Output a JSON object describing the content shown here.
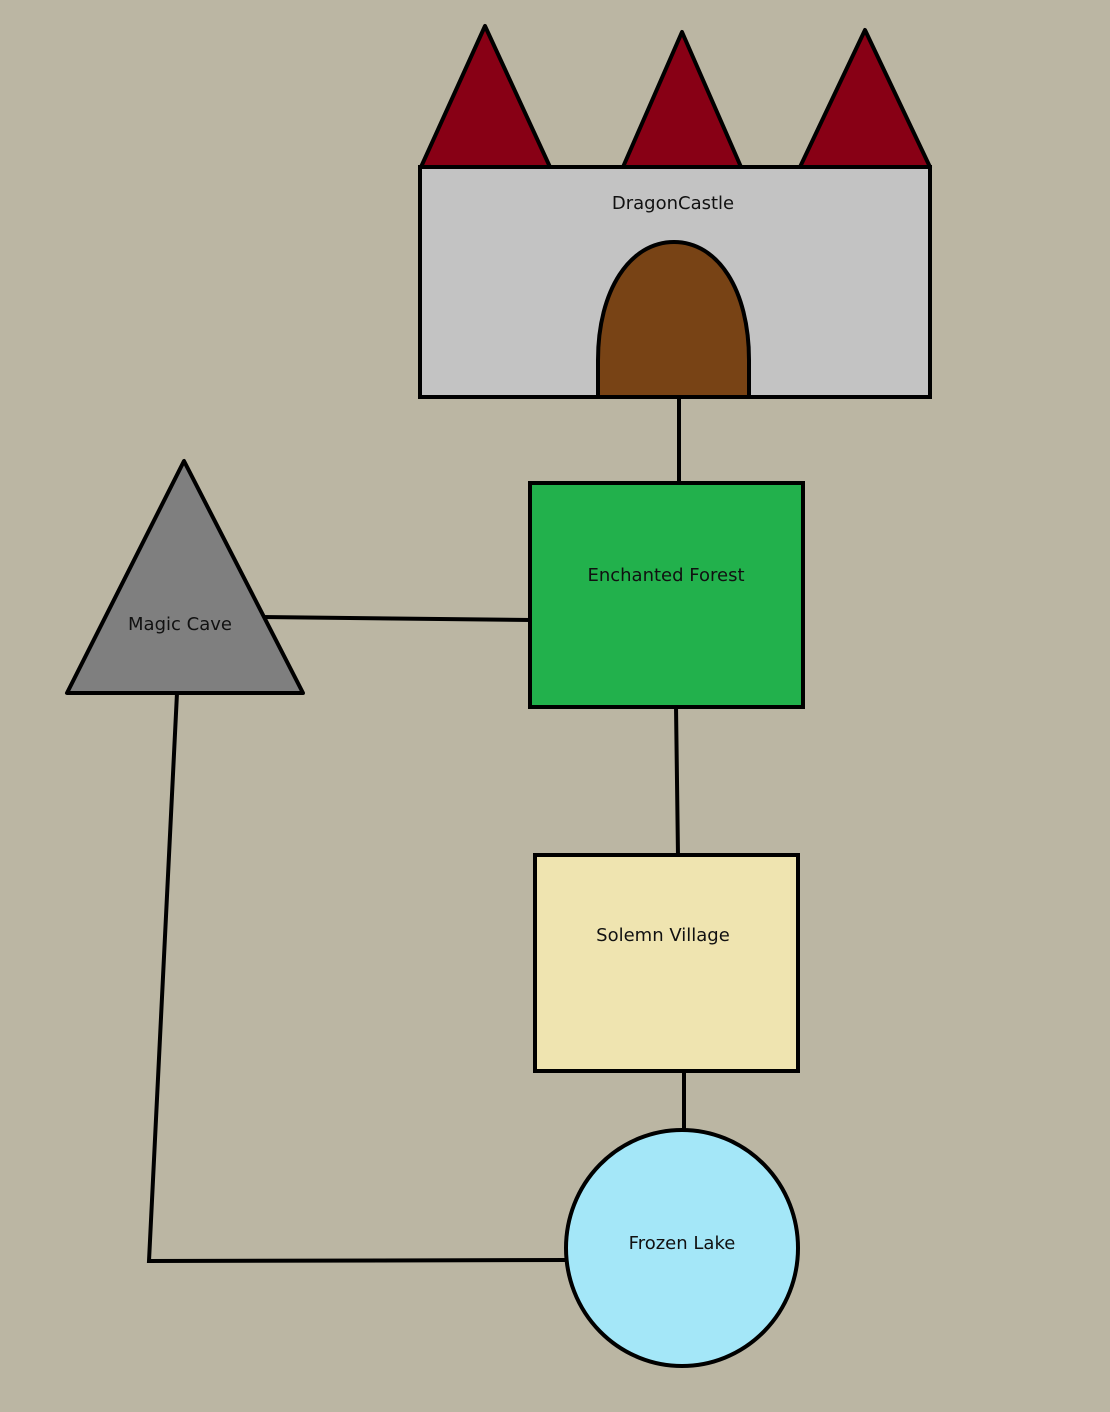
{
  "colors": {
    "background": "#bbb6a3",
    "outline": "#000000",
    "castle_wall": "#c3c3c3",
    "castle_tower": "#880015",
    "castle_door": "#784315",
    "forest": "#22b14c",
    "village": "#efe4b0",
    "lake": "#a4e7f8",
    "cave": "#7f7f7f"
  },
  "locations": {
    "castle": {
      "label": "DragonCastle",
      "shape": "castle"
    },
    "forest": {
      "label": "Enchanted Forest",
      "shape": "square"
    },
    "cave": {
      "label": "Magic Cave",
      "shape": "triangle"
    },
    "village": {
      "label": "Solemn Village",
      "shape": "square"
    },
    "lake": {
      "label": "Frozen Lake",
      "shape": "circle"
    }
  },
  "connections": [
    {
      "from": "castle",
      "to": "forest"
    },
    {
      "from": "forest",
      "to": "cave"
    },
    {
      "from": "forest",
      "to": "village"
    },
    {
      "from": "village",
      "to": "lake"
    },
    {
      "from": "lake",
      "to": "cave"
    }
  ]
}
